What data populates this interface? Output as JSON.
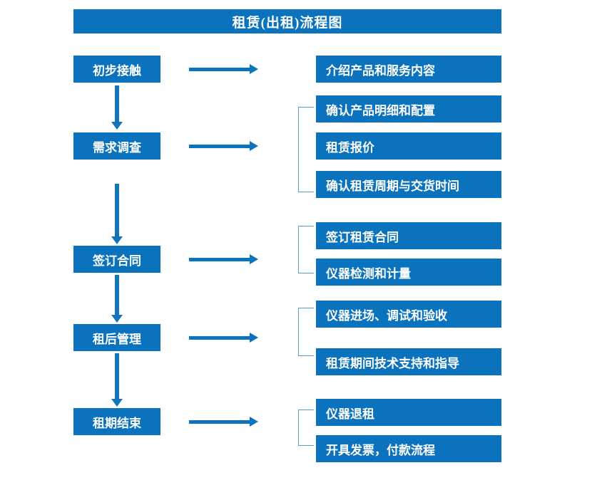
{
  "diagram": {
    "title": "租赁(出租)流程图",
    "accent_color": "#0b72be",
    "bracket_color": "#5b9bd5",
    "text_color": "#ffffff",
    "background_color": "#ffffff",
    "stages": [
      {
        "label": "初步接触"
      },
      {
        "label": "需求调查"
      },
      {
        "label": "签订合同"
      },
      {
        "label": "租后管理"
      },
      {
        "label": "租期结束"
      }
    ],
    "details": [
      {
        "label": "介绍产品和服务内容"
      },
      {
        "label": "确认产品明细和配置"
      },
      {
        "label": "租赁报价"
      },
      {
        "label": "确认租赁周期与交货时间"
      },
      {
        "label": "签订租赁合同"
      },
      {
        "label": "仪器检测和计量"
      },
      {
        "label": "仪器进场、调试和验收"
      },
      {
        "label": "租赁期间技术支持和指导"
      },
      {
        "label": "仪器退租"
      },
      {
        "label": "开具发票，付款流程"
      }
    ]
  }
}
